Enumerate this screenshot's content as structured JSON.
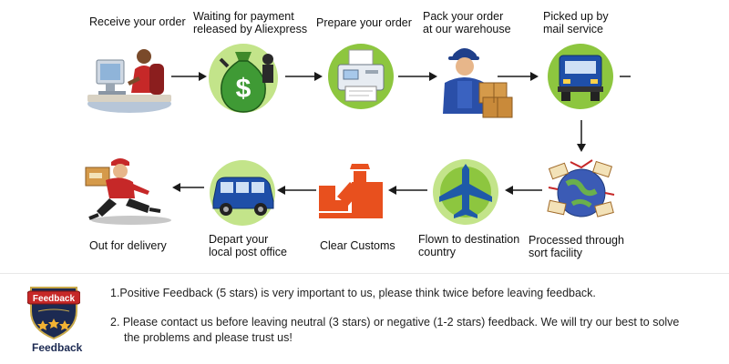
{
  "steps": [
    {
      "id": "receive",
      "label": [
        "Receive your order"
      ]
    },
    {
      "id": "payment",
      "label": [
        "Waiting for payment",
        "released by Aliexpress"
      ]
    },
    {
      "id": "prepare",
      "label": [
        "Prepare your order"
      ]
    },
    {
      "id": "pack",
      "label": [
        "Pack your order",
        "at our warehouse"
      ]
    },
    {
      "id": "pickup",
      "label": [
        "Picked up by",
        "mail service"
      ]
    },
    {
      "id": "sort",
      "label": [
        "Processed through",
        "sort facility"
      ]
    },
    {
      "id": "flown",
      "label": [
        "Flown to destination",
        "country"
      ]
    },
    {
      "id": "customs",
      "label": [
        "Clear Customs"
      ]
    },
    {
      "id": "depart",
      "label": [
        "Depart your",
        "local post office"
      ]
    },
    {
      "id": "delivery",
      "label": [
        "Out for delivery"
      ]
    }
  ],
  "money_symbol": "$",
  "badge": {
    "top_text": "Feedback",
    "caption": "Feedback",
    "stars": 3
  },
  "notes": {
    "line1": "1.Positive Feedback (5 stars) is very important to us, please think twice before leaving feedback.",
    "line2a": "2. Please contact us before leaving neutral (3 stars) or negative (1-2 stars) feedback. We will try our best to solve",
    "line2b": "the problems and please trust us!"
  },
  "colors": {
    "green_circle": "#8dc63f",
    "green_light": "#c3e48a",
    "arrow": "#1a1a1a",
    "truck_blue": "#1f4fa8",
    "customs_orange": "#e8501e",
    "badge_navy": "#1c2a52",
    "badge_red": "#c62828"
  }
}
